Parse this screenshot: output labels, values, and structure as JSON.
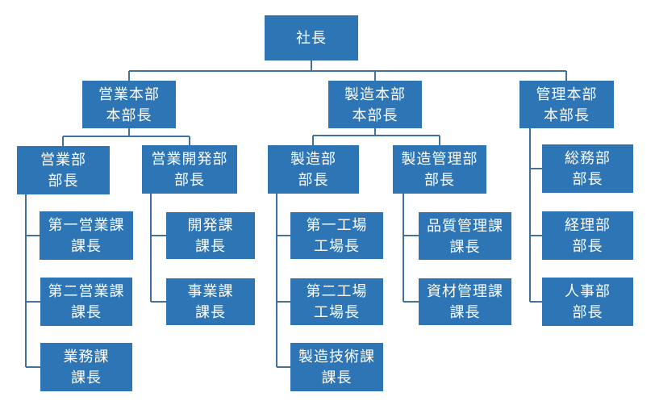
{
  "diagram_type": "organization-chart",
  "colors": {
    "background": "#ffffff",
    "node_fill": "#2E75B6",
    "node_text": "#ffffff",
    "connector": "#41719C"
  },
  "tree": {
    "president": {
      "title": "社長"
    },
    "branches": [
      {
        "hq": {
          "title": "営業本部",
          "role": "本部長"
        },
        "departments": [
          {
            "dept": {
              "title": "営業部",
              "role": "部長"
            },
            "sections": [
              {
                "title": "第一営業課",
                "role": "課長"
              },
              {
                "title": "第二営業課",
                "role": "課長"
              },
              {
                "title": "業務課",
                "role": "課長"
              }
            ]
          },
          {
            "dept": {
              "title": "営業開発部",
              "role": "部長"
            },
            "sections": [
              {
                "title": "開発課",
                "role": "課長"
              },
              {
                "title": "事業課",
                "role": "課長"
              }
            ]
          }
        ]
      },
      {
        "hq": {
          "title": "製造本部",
          "role": "本部長"
        },
        "departments": [
          {
            "dept": {
              "title": "製造部",
              "role": "部長"
            },
            "sections": [
              {
                "title": "第一工場",
                "role": "工場長"
              },
              {
                "title": "第二工場",
                "role": "工場長"
              },
              {
                "title": "製造技術課",
                "role": "課長"
              }
            ]
          },
          {
            "dept": {
              "title": "製造管理部",
              "role": "部長"
            },
            "sections": [
              {
                "title": "品質管理課",
                "role": "課長"
              },
              {
                "title": "資材管理課",
                "role": "課長"
              }
            ]
          }
        ]
      },
      {
        "hq": {
          "title": "管理本部",
          "role": "本部長"
        },
        "departments": [
          {
            "dept": {
              "title": "総務部",
              "role": "部長"
            },
            "sections": []
          },
          {
            "dept": {
              "title": "経理部",
              "role": "部長"
            },
            "sections": []
          },
          {
            "dept": {
              "title": "人事部",
              "role": "部長"
            },
            "sections": []
          }
        ]
      }
    ]
  }
}
